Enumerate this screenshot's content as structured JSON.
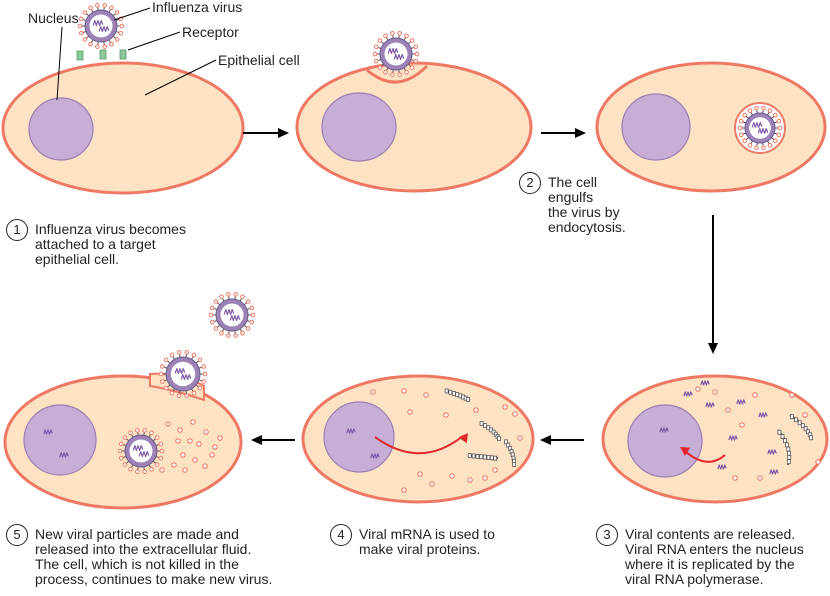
{
  "colors": {
    "cell_fill": "#fde3c4",
    "cell_border": "#ef7864",
    "nucleus_fill": "#c7aed6",
    "nucleus_border": "#9a7eb2",
    "virus_envelope": "#9c82b6",
    "virus_inner": "#ffffff",
    "rna": "#7f5aa6",
    "receptor": "#8cc79b",
    "arrow": "#000000",
    "red_arrow": "#e3262c"
  },
  "labels": {
    "nucleus": "Nucleus",
    "influenza_virus": "Influenza virus",
    "receptor": "Receptor",
    "epithelial_cell": "Epithelial cell"
  },
  "steps": [
    {
      "number": "1",
      "lines": [
        "Influenza virus becomes",
        "attached to a target",
        "epithelial cell."
      ]
    },
    {
      "number": "2",
      "lines": [
        "The cell",
        "engulfs",
        "the virus by",
        "endocytosis."
      ]
    },
    {
      "number": "3",
      "lines": [
        "Viral contents are released.",
        "Viral RNA enters the nucleus",
        "where it is replicated by the",
        "viral RNA polymerase."
      ]
    },
    {
      "number": "4",
      "lines": [
        "Viral mRNA is used to",
        "make viral proteins."
      ]
    },
    {
      "number": "5",
      "lines": [
        "New viral particles are made and",
        "released into the extracellular fluid.",
        "The cell, which is not killed in the",
        "process, continues to make new virus."
      ]
    }
  ]
}
